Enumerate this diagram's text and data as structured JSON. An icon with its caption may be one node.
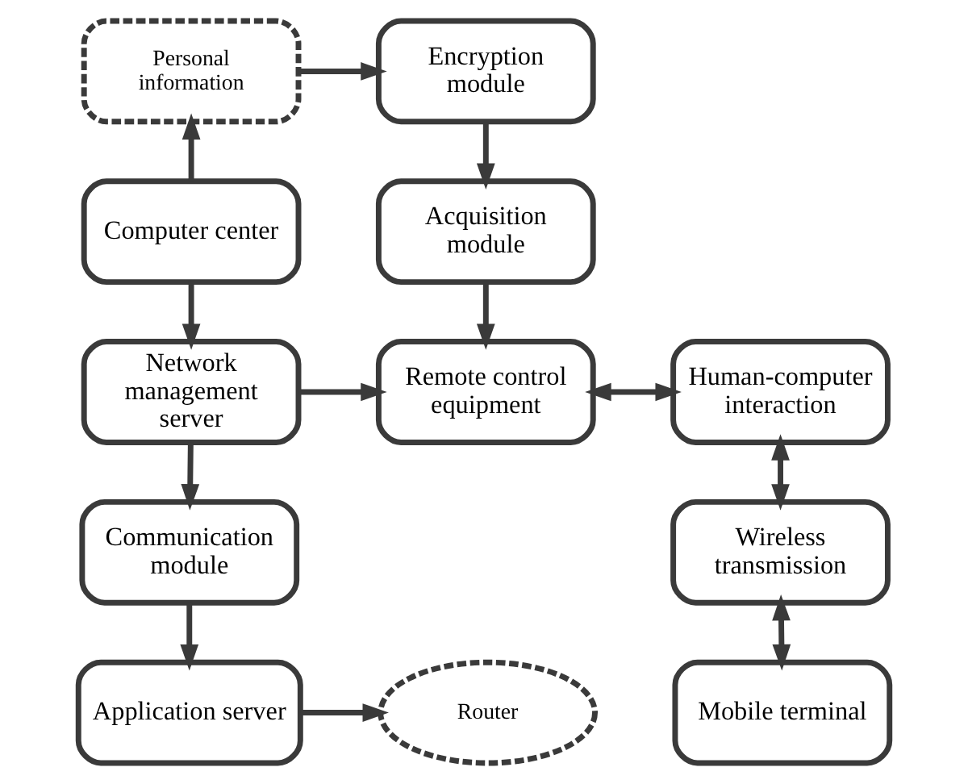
{
  "diagram": {
    "nodes": [
      {
        "text": [
          "Personal information"
        ]
      },
      {
        "text": [
          "Encryption module"
        ]
      },
      {
        "text": [
          "Computer center"
        ]
      },
      {
        "text": [
          "Acquisition module"
        ]
      },
      {
        "text": [
          "Network management server"
        ]
      },
      {
        "text": [
          "Remote control equipment"
        ]
      },
      {
        "text": [
          "Human-computer interaction"
        ]
      },
      {
        "text": [
          "Communication module"
        ]
      },
      {
        "text": [
          "Wireless transmission"
        ]
      },
      {
        "text": [
          "Application server"
        ]
      },
      {
        "text": [
          "Router"
        ]
      },
      {
        "text": [
          "Mobile terminal"
        ]
      }
    ],
    "edges": [
      {
        "from": 2,
        "to": 0,
        "arrow": "to"
      },
      {
        "from": 0,
        "to": 1,
        "arrow": "to"
      },
      {
        "from": 1,
        "to": 3,
        "arrow": "to"
      },
      {
        "from": 3,
        "to": 5,
        "arrow": "to"
      },
      {
        "from": 2,
        "to": 4,
        "arrow": "to"
      },
      {
        "from": 4,
        "to": 5,
        "arrow": "to"
      },
      {
        "from": 5,
        "to": 6,
        "arrow": "both"
      },
      {
        "from": 6,
        "to": 8,
        "arrow": "both"
      },
      {
        "from": 8,
        "to": 11,
        "arrow": "both"
      },
      {
        "from": 4,
        "to": 7,
        "arrow": "to"
      },
      {
        "from": 7,
        "to": 9,
        "arrow": "to"
      },
      {
        "from": 9,
        "to": 10,
        "arrow": "to"
      }
    ]
  }
}
